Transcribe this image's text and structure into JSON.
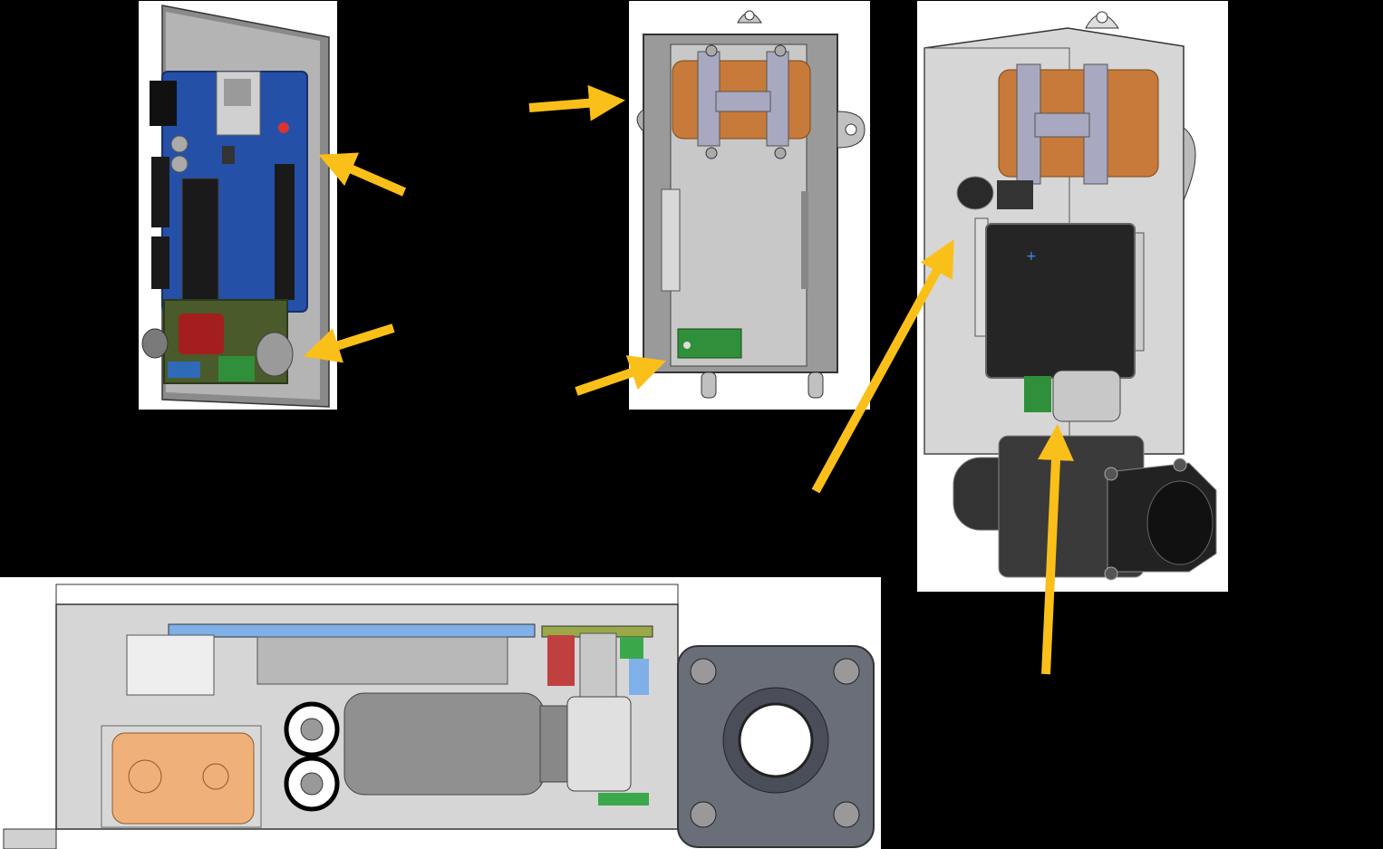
{
  "colors": {
    "background": "#000000",
    "arrow": "#fbbf1a",
    "pcb_blue": "#2550a8",
    "enclosure_grey": "#a8a8a8",
    "copper": "#c77a3a",
    "valve_dark": "#3a3a3a",
    "header_green": "#2f8f3a"
  },
  "arrows": [
    {
      "name": "arrow-to-arduino-board"
    },
    {
      "name": "arrow-to-power-board"
    },
    {
      "name": "arrow-to-enclosure-top"
    },
    {
      "name": "arrow-to-enclosure-bottom"
    },
    {
      "name": "arrow-to-motor"
    },
    {
      "name": "arrow-to-coupler"
    }
  ],
  "icons": {
    "plus_marker": "+"
  }
}
